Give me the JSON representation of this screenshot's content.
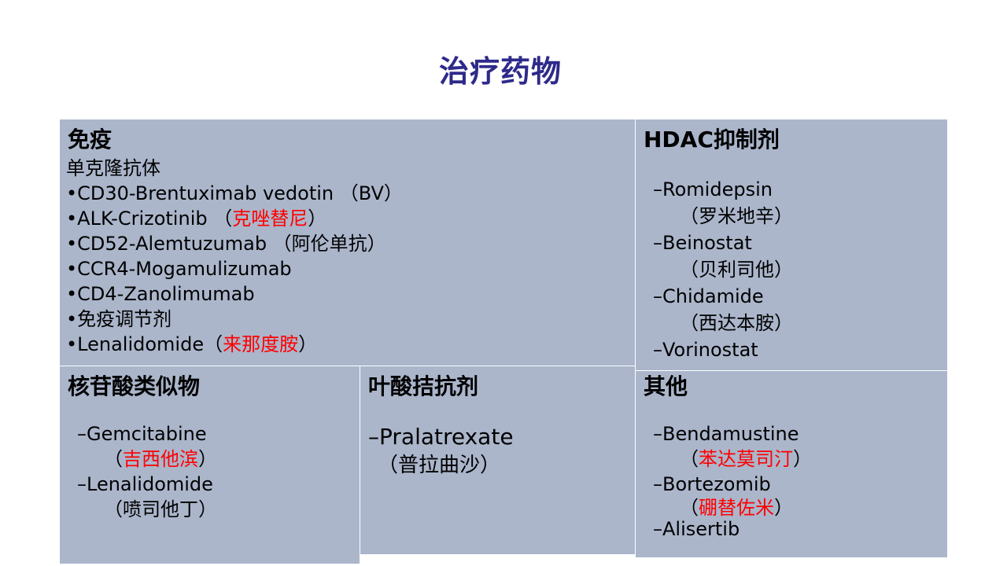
{
  "title": "治疗药物",
  "immune": {
    "heading": "免疫",
    "subheading": "单克隆抗体",
    "items": [
      {
        "text": "•CD30-Brentuximab vedotin （BV）",
        "red": ""
      },
      {
        "text": "•ALK-Crizotinib （",
        "red": "克唑替尼",
        "after": "）"
      },
      {
        "text": "•CD52-Alemtuzumab （阿伦单抗）",
        "red": ""
      },
      {
        "text": "•CCR4-Mogamulizumab",
        "red": ""
      },
      {
        "text": "•CD4-Zanolimumab",
        "red": ""
      },
      {
        "text": "•免疫调节剂",
        "red": ""
      },
      {
        "text": "•Lenalidomide（",
        "red": "来那度胺",
        "after": "）"
      }
    ]
  },
  "hdac": {
    "heading": "HDAC抑制剂",
    "items": [
      {
        "name": "–Romidepsin",
        "cn": "（罗米地辛）"
      },
      {
        "name": "–Beinostat",
        "cn": "（贝利司他）"
      },
      {
        "name": "–Chidamide",
        "cn": "（西达本胺）"
      },
      {
        "name": "–Vorinostat",
        "cn": ""
      }
    ]
  },
  "nucleoside": {
    "heading": "核苷酸类似物",
    "items": [
      {
        "name": "–Gemcitabine",
        "cn_before": "（",
        "cn_red": "吉西他滨",
        "cn_after": "）"
      },
      {
        "name": "–Lenalidomide",
        "cn_before": "（喷司他丁）",
        "cn_red": "",
        "cn_after": ""
      }
    ]
  },
  "folate": {
    "heading": "叶酸拮抗剂",
    "name": "–Pralatrexate",
    "cn": "（普拉曲沙）"
  },
  "other": {
    "heading": "其他",
    "items": [
      {
        "name": "–Bendamustine",
        "cn_before": "（",
        "cn_red": "苯达莫司汀",
        "cn_after": "）"
      },
      {
        "name": "–Bortezomib",
        "cn_before": "（",
        "cn_red": "硼替佐米",
        "cn_after": "）"
      },
      {
        "name": "–Alisertib",
        "cn_before": "",
        "cn_red": "",
        "cn_after": ""
      }
    ]
  },
  "colors": {
    "title": "#2e2a8a",
    "box": "#abb6cb",
    "highlight": "#ff0000"
  }
}
